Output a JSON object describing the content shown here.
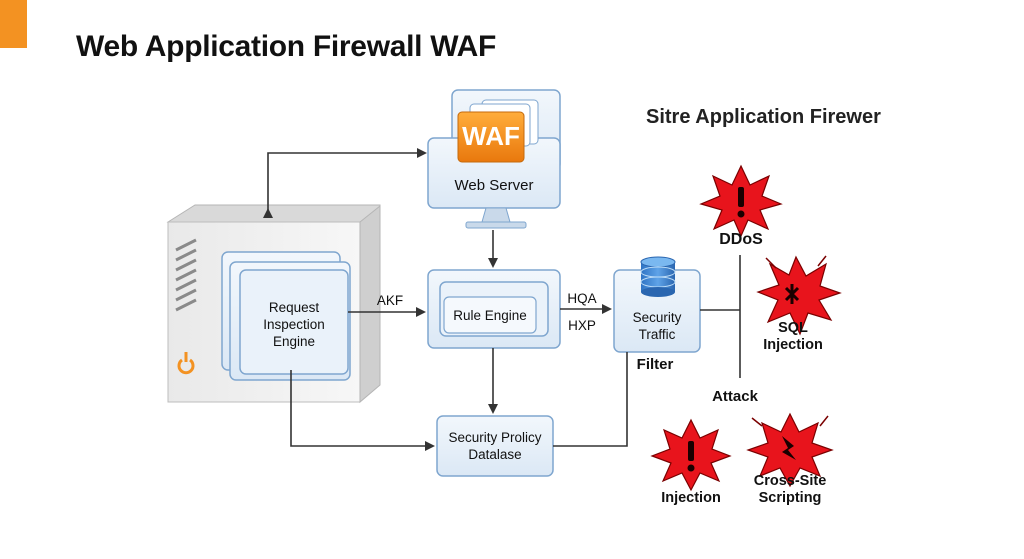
{
  "page": {
    "title": "Web Application Firewall WAF",
    "subtitle": "Sitre Application Firewer"
  },
  "nodes": {
    "web_server": {
      "badge": "WAF",
      "label": "Web Server"
    },
    "request_engine": {
      "label_lines": [
        "Request",
        "Inspection",
        "Engine"
      ]
    },
    "rule_engine": {
      "label": "Rule Engine"
    },
    "security_policy": {
      "label_lines": [
        "Security Prolicy",
        "Datalase"
      ]
    },
    "security_traffic": {
      "label_lines": [
        "Security",
        "Traffic"
      ],
      "caption": "Filter"
    }
  },
  "edges": {
    "akf": "AKF",
    "hqa": "HQA",
    "hxp": "HXP"
  },
  "threats": {
    "group_label": "Attack",
    "items": [
      {
        "label": "DDoS"
      },
      {
        "label": "SQL Injection"
      },
      {
        "label": "Injection"
      },
      {
        "label": "Cross-Site Scripting"
      }
    ]
  },
  "colors": {
    "accent": "#f39222",
    "box_fill": "#e8f1fa",
    "box_stroke": "#7fa6cf",
    "threat_red": "#e8141c",
    "line": "#333333"
  }
}
